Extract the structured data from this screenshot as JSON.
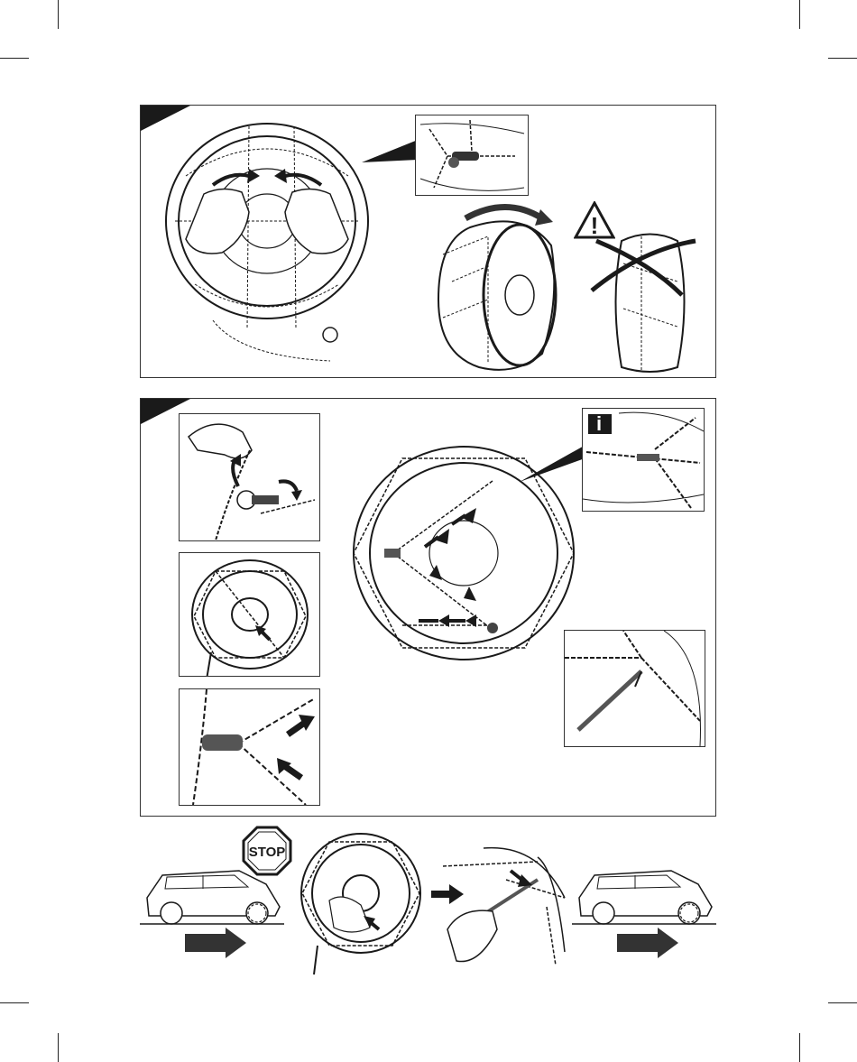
{
  "page": {
    "background": "#ffffff",
    "ink_color": "#1a1a1a"
  },
  "step1": {
    "corner_tab": "step-1-marker",
    "icons": [
      "hands-connecting-chain-icon",
      "chain-link-detail-icon",
      "rolling-wheel-icon",
      "warning-triangle-icon",
      "incorrect-fitting-icon"
    ],
    "warning_symbol": "!"
  },
  "step2": {
    "corner_tab": "step-2-marker",
    "info_symbol": "i",
    "icons": [
      "tensioner-detail-icon",
      "wheel-front-icon",
      "chain-junction-icon",
      "mounted-chain-wheel-icon",
      "info-icon",
      "tension-strap-icon"
    ]
  },
  "step3": {
    "stop_sign_text": "STOP",
    "icons": [
      "car-forward-icon",
      "stop-sign-icon",
      "retighten-wheel-icon",
      "tighten-strap-icon",
      "car-forward-again-icon"
    ]
  }
}
